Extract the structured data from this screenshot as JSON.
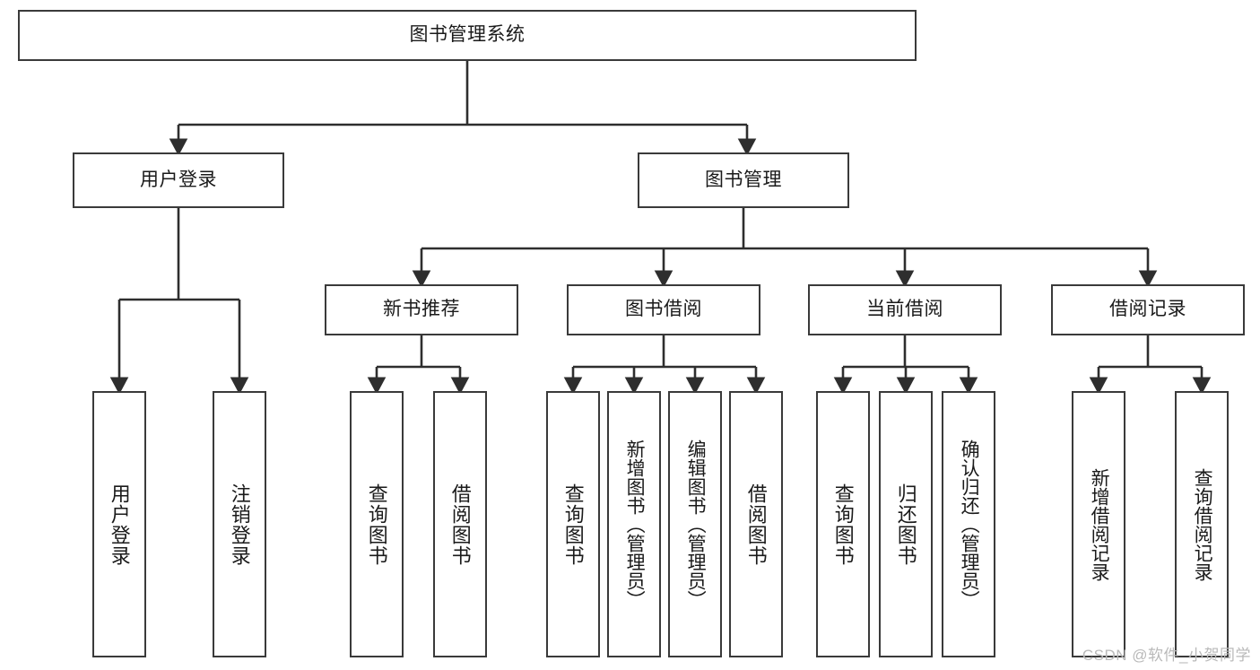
{
  "diagram": {
    "title": "图书管理系统",
    "watermark": "CSDN @软件_小贺同学",
    "colors": {
      "stroke": "#3a3a3a",
      "fill": "#ffffff",
      "text": "#1a1a1a",
      "watermark": "#b9b9b9"
    },
    "nodes": {
      "root": "图书管理系统",
      "level2": [
        "用户登录",
        "图书管理"
      ],
      "level3": [
        "新书推荐",
        "图书借阅",
        "当前借阅",
        "借阅记录"
      ],
      "leaves": {
        "user_login": [
          "用户登录",
          "注销登录"
        ],
        "new_book": [
          "查询图书",
          "借阅图书"
        ],
        "book_borrow": [
          "查询图书",
          "新增图书（管理员）",
          "编辑图书（管理员）",
          "借阅图书"
        ],
        "current_borrow": [
          "查询图书",
          "归还图书",
          "确认归还（管理员）"
        ],
        "borrow_record": [
          "新增借阅记录",
          "查询借阅记录"
        ]
      }
    }
  }
}
